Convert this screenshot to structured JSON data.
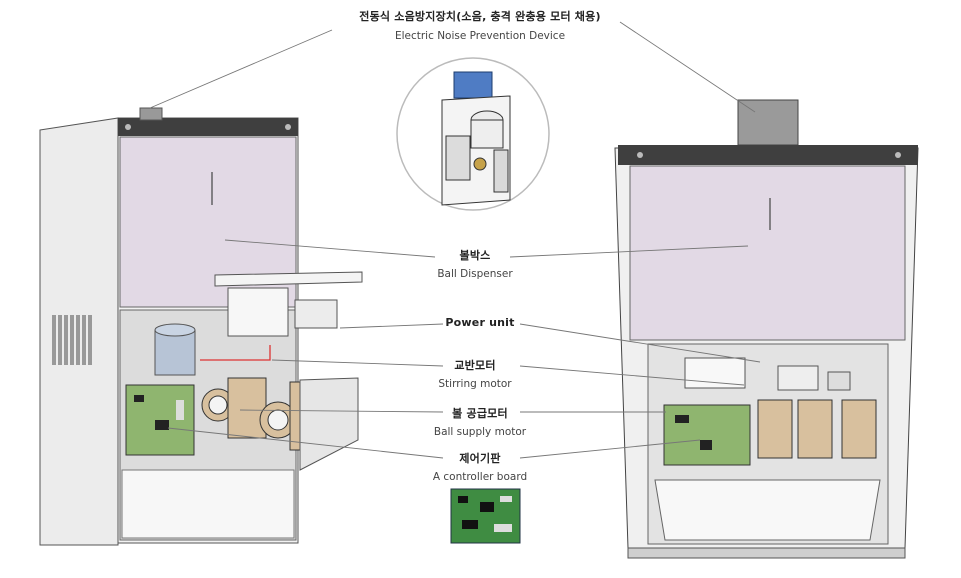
{
  "title": {
    "ko": "전동식 소음방지장치(소음, 충격 완충용 모터 채용)",
    "en": "Electric Noise Prevention Device"
  },
  "callouts": [
    {
      "ko": "볼박스",
      "en": "Ball Dispenser"
    },
    {
      "ko": "",
      "en": "Power unit"
    },
    {
      "ko": "교반모터",
      "en": "Stirring motor"
    },
    {
      "ko": "볼 공급모터",
      "en": "Ball supply motor"
    },
    {
      "ko": "제어기판",
      "en": "A controller board"
    }
  ],
  "colors": {
    "hopper": "#e2d9e5",
    "cabinet": "#e9e9e9",
    "board": "#8fb56f",
    "motor": "#d8c09e",
    "lines": "#777777"
  }
}
